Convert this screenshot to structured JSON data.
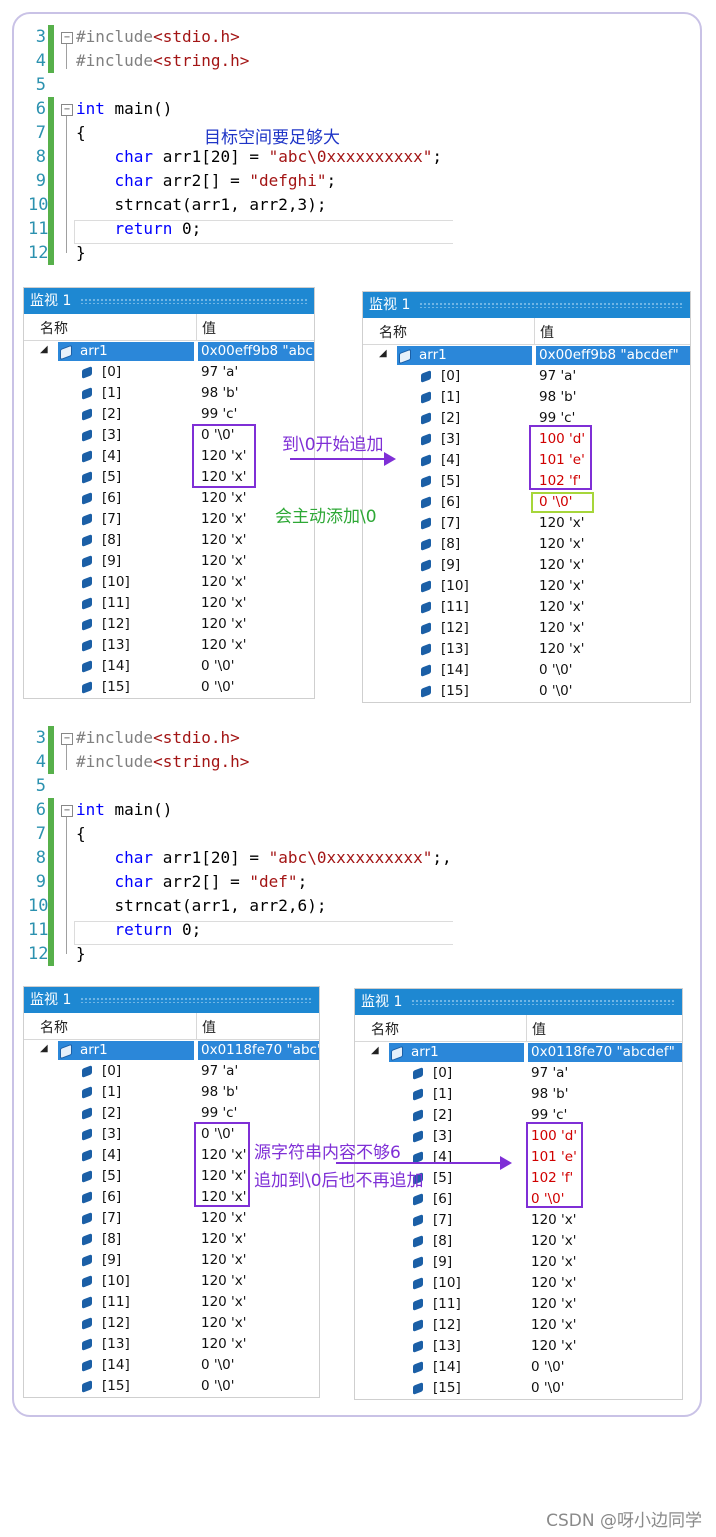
{
  "code_blocks": [
    {
      "lines": [
        {
          "n": "3",
          "parts": [
            {
              "t": "#include",
              "c": "pp"
            },
            {
              "t": "<stdio.h>",
              "c": "hdr"
            }
          ]
        },
        {
          "n": "4",
          "parts": [
            {
              "t": "#include",
              "c": "pp"
            },
            {
              "t": "<string.h>",
              "c": "hdr"
            }
          ]
        },
        {
          "n": "5",
          "parts": []
        },
        {
          "n": "6",
          "parts": [
            {
              "t": "int",
              "c": "kw"
            },
            {
              "t": " main()",
              "c": ""
            }
          ]
        },
        {
          "n": "7",
          "parts": [
            {
              "t": "{",
              "c": ""
            }
          ]
        },
        {
          "n": "8",
          "parts": [
            {
              "t": "    char",
              "c": "kw"
            },
            {
              "t": " arr1[20] = ",
              "c": ""
            },
            {
              "t": "\"abc\\0xxxxxxxxxx\"",
              "c": "str"
            },
            {
              "t": ";",
              "c": ""
            }
          ]
        },
        {
          "n": "9",
          "parts": [
            {
              "t": "    char",
              "c": "kw"
            },
            {
              "t": " arr2[] = ",
              "c": ""
            },
            {
              "t": "\"defghi\"",
              "c": "str"
            },
            {
              "t": ";",
              "c": ""
            }
          ]
        },
        {
          "n": "10",
          "parts": [
            {
              "t": "    strncat(arr1, arr2,3);",
              "c": ""
            }
          ]
        },
        {
          "n": "11",
          "parts": [
            {
              "t": "    return",
              "c": "kw"
            },
            {
              "t": " 0;",
              "c": ""
            }
          ]
        },
        {
          "n": "12",
          "parts": [
            {
              "t": "}",
              "c": ""
            }
          ]
        }
      ],
      "note": "目标空间要足够大"
    },
    {
      "lines": [
        {
          "n": "3",
          "parts": [
            {
              "t": "#include",
              "c": "pp"
            },
            {
              "t": "<stdio.h>",
              "c": "hdr"
            }
          ]
        },
        {
          "n": "4",
          "parts": [
            {
              "t": "#include",
              "c": "pp"
            },
            {
              "t": "<string.h>",
              "c": "hdr"
            }
          ]
        },
        {
          "n": "5",
          "parts": []
        },
        {
          "n": "6",
          "parts": [
            {
              "t": "int",
              "c": "kw"
            },
            {
              "t": " main()",
              "c": ""
            }
          ]
        },
        {
          "n": "7",
          "parts": [
            {
              "t": "{",
              "c": ""
            }
          ]
        },
        {
          "n": "8",
          "parts": [
            {
              "t": "    char",
              "c": "kw"
            },
            {
              "t": " arr1[20] = ",
              "c": ""
            },
            {
              "t": "\"abc\\0xxxxxxxxxx\"",
              "c": "str"
            },
            {
              "t": ";,",
              "c": ""
            }
          ]
        },
        {
          "n": "9",
          "parts": [
            {
              "t": "    char",
              "c": "kw"
            },
            {
              "t": " arr2[] = ",
              "c": ""
            },
            {
              "t": "\"def\"",
              "c": "str"
            },
            {
              "t": ";",
              "c": ""
            }
          ]
        },
        {
          "n": "10",
          "parts": [
            {
              "t": "    strncat(arr1, arr2,6);",
              "c": ""
            }
          ]
        },
        {
          "n": "11",
          "parts": [
            {
              "t": "    return",
              "c": "kw"
            },
            {
              "t": " 0;",
              "c": ""
            }
          ]
        },
        {
          "n": "12",
          "parts": [
            {
              "t": "}",
              "c": ""
            }
          ]
        }
      ],
      "note": ""
    }
  ],
  "watch_common": {
    "title": "监视 1",
    "col_name": "名称",
    "col_value": "值",
    "var_name": "arr1",
    "indices": [
      "[0]",
      "[1]",
      "[2]",
      "[3]",
      "[4]",
      "[5]",
      "[6]",
      "[7]",
      "[8]",
      "[9]",
      "[10]",
      "[11]",
      "[12]",
      "[13]",
      "[14]",
      "[15]"
    ]
  },
  "watches": [
    {
      "summary": "0x00eff9b8 \"abc\"",
      "values": [
        "97 'a'",
        "98 'b'",
        "99 'c'",
        "0 '\\0'",
        "120 'x'",
        "120 'x'",
        "120 'x'",
        "120 'x'",
        "120 'x'",
        "120 'x'",
        "120 'x'",
        "120 'x'",
        "120 'x'",
        "120 'x'",
        "0 '\\0'",
        "0 '\\0'"
      ],
      "changed": []
    },
    {
      "summary": "0x00eff9b8 \"abcdef\"",
      "values": [
        "97 'a'",
        "98 'b'",
        "99 'c'",
        "100 'd'",
        "101 'e'",
        "102 'f'",
        "0 '\\0'",
        "120 'x'",
        "120 'x'",
        "120 'x'",
        "120 'x'",
        "120 'x'",
        "120 'x'",
        "120 'x'",
        "0 '\\0'",
        "0 '\\0'"
      ],
      "changed": [
        3,
        4,
        5,
        6
      ]
    },
    {
      "summary": "0x0118fe70 \"abc\"",
      "values": [
        "97 'a'",
        "98 'b'",
        "99 'c'",
        "0 '\\0'",
        "120 'x'",
        "120 'x'",
        "120 'x'",
        "120 'x'",
        "120 'x'",
        "120 'x'",
        "120 'x'",
        "120 'x'",
        "120 'x'",
        "120 'x'",
        "0 '\\0'",
        "0 '\\0'"
      ],
      "changed": []
    },
    {
      "summary": "0x0118fe70 \"abcdef\"",
      "values": [
        "97 'a'",
        "98 'b'",
        "99 'c'",
        "100 'd'",
        "101 'e'",
        "102 'f'",
        "0 '\\0'",
        "120 'x'",
        "120 'x'",
        "120 'x'",
        "120 'x'",
        "120 'x'",
        "120 'x'",
        "120 'x'",
        "0 '\\0'",
        "0 '\\0'"
      ],
      "changed": [
        3,
        4,
        5,
        6
      ]
    }
  ],
  "annotations": {
    "append_from_nul": "到\\0开始追加",
    "auto_add_nul": "会主动添加\\0",
    "source_short_1": "源字符串内容不够6",
    "source_short_2": "追加到\\0后也不再追加"
  },
  "colors": {
    "purple": "#7f2fd6",
    "green_text": "#2ea836",
    "lime_box": "#a6d63a",
    "blue_note": "#1f35c7",
    "changed_red": "#d00000",
    "title_blue": "#1e88d2"
  },
  "watermark": "CSDN @呀小边同学"
}
